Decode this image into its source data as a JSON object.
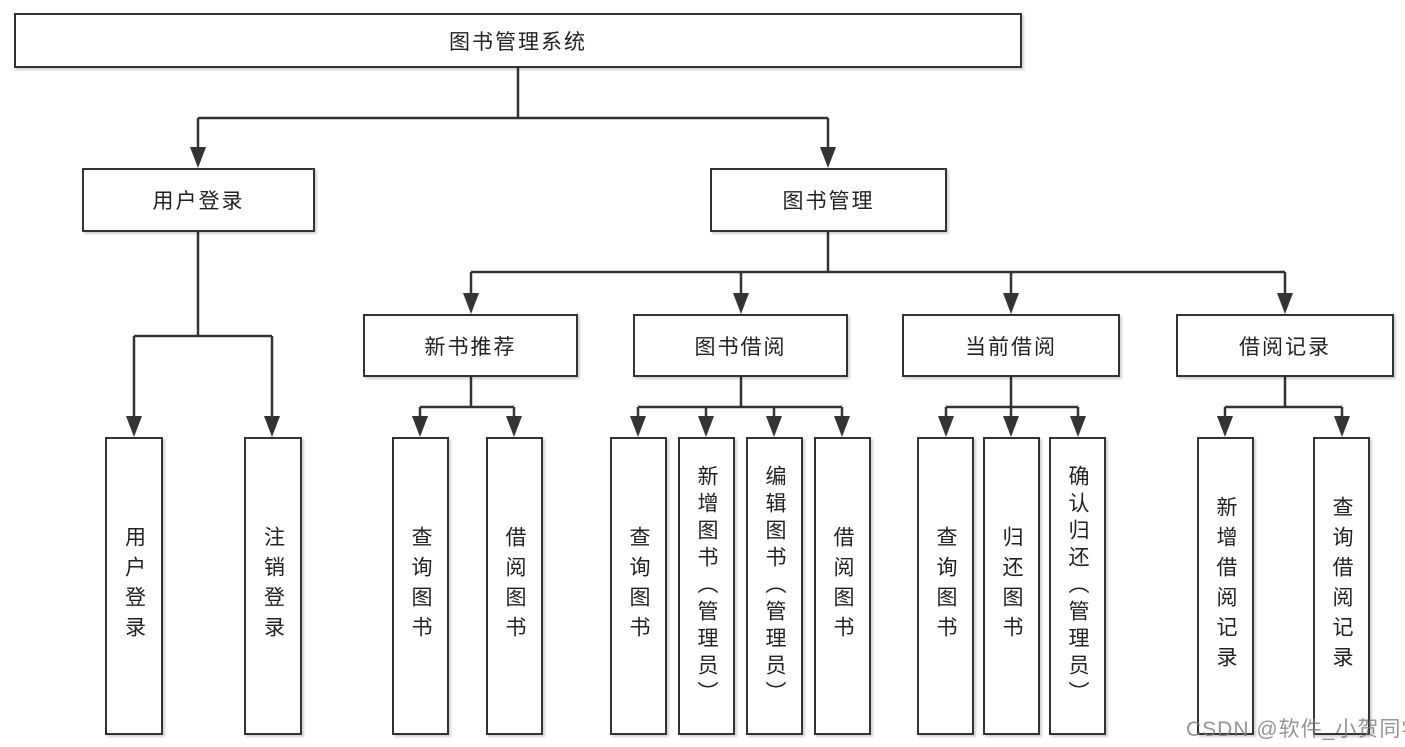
{
  "diagram": {
    "root": {
      "label": "图书管理系统"
    },
    "level2": [
      {
        "label": "用户登录"
      },
      {
        "label": "图书管理"
      }
    ],
    "level3": [
      {
        "label": "新书推荐"
      },
      {
        "label": "图书借阅"
      },
      {
        "label": "当前借阅"
      },
      {
        "label": "借阅记录"
      }
    ],
    "leaves": {
      "user_login": [
        "用户登录",
        "注销登录"
      ],
      "new_books": [
        "查询图书",
        "借阅图书"
      ],
      "book_borrow": [
        "查询图书",
        "新增图书（管理员）",
        "编辑图书（管理员）",
        "借阅图书"
      ],
      "current_borrow": [
        "查询图书",
        "归还图书",
        "确认归还（管理员）"
      ],
      "borrow_records": [
        "新增借阅记录",
        "查询借阅记录"
      ]
    },
    "line_color": "#333333"
  },
  "watermark": {
    "text": "CSDN @软件_小贺同学"
  }
}
